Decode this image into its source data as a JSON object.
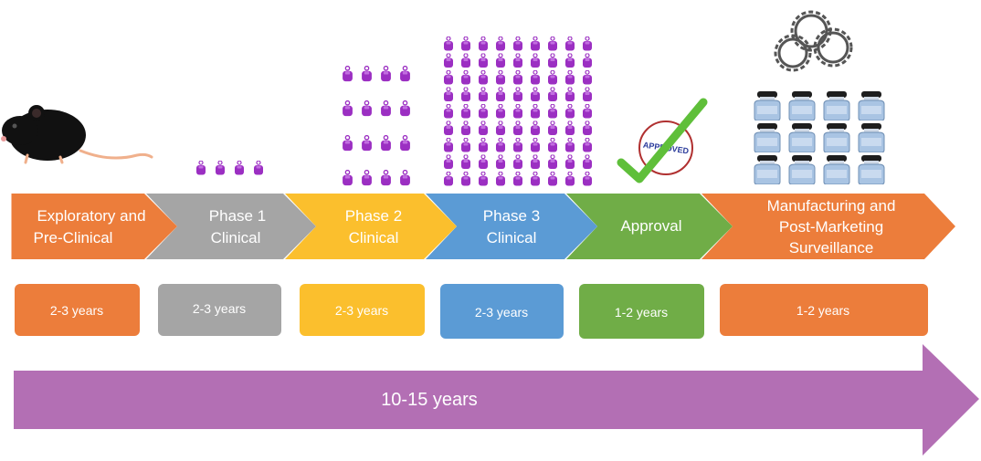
{
  "colors": {
    "orange": "#ec7d3b",
    "gray": "#a5a5a5",
    "yellow": "#fbbf2d",
    "blue": "#5b9bd5",
    "green": "#70ad47",
    "purple": "#b36fb4",
    "participant": "#9b2fc2"
  },
  "stages": [
    {
      "line1": "Exploratory and",
      "line2": "Pre-Clinical",
      "line3": "",
      "color": "#ec7d3b"
    },
    {
      "line1": "Phase 1",
      "line2": "Clinical",
      "line3": "",
      "color": "#a5a5a5"
    },
    {
      "line1": "Phase 2",
      "line2": "Clinical",
      "line3": "",
      "color": "#fbbf2d"
    },
    {
      "line1": "Phase 3",
      "line2": "Clinical",
      "line3": "",
      "color": "#5b9bd5"
    },
    {
      "line1": "Approval",
      "line2": "",
      "line3": "",
      "color": "#70ad47"
    },
    {
      "line1": "Manufacturing and",
      "line2": "Post-Marketing",
      "line3": "Surveillance",
      "color": "#ec7d3b"
    }
  ],
  "durations": [
    {
      "label": "2-3 years",
      "color": "#ec7d3b"
    },
    {
      "label": "2-3 years",
      "color": "#a5a5a5"
    },
    {
      "label": "2-3 years",
      "color": "#fbbf2d"
    },
    {
      "label": "2-3 years",
      "color": "#5b9bd5"
    },
    {
      "label": "1-2 years",
      "color": "#70ad47"
    },
    {
      "label": "1-2 years",
      "color": "#ec7d3b"
    }
  ],
  "total": {
    "label": "10-15 years",
    "color": "#b36fb4"
  },
  "illustrations": {
    "preclinical": "mouse-icon",
    "phase1": "participants-icon",
    "phase2": "participants-icon",
    "phase3": "participants-icon",
    "approval": "approved-stamp-icon",
    "manufacturing": "gears-and-vials-icon"
  },
  "stamp_text": "APPROVED"
}
